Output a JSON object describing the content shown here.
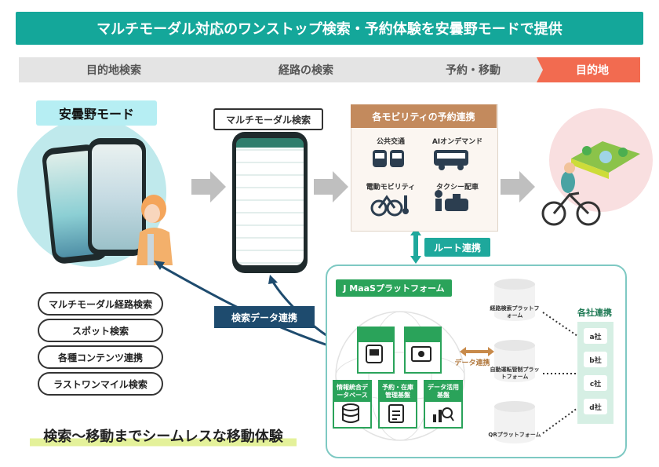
{
  "banner_title": "マルチモーダル対応のワンストップ検索・予約体験を安曇野モードで提供",
  "steps": [
    {
      "label": "目的地検索"
    },
    {
      "label": "経路の検索"
    },
    {
      "label": "予約・移動"
    },
    {
      "label": "目的地"
    }
  ],
  "azumino_mode_label": "安曇野モード",
  "multimodal_search_label": "マルチモーダル検索",
  "mobility_card": {
    "title": "各モビリティの予約連携",
    "items": [
      {
        "label": "公共交通"
      },
      {
        "label": "AIオンデマンド"
      },
      {
        "label": "電動モビリティ"
      },
      {
        "label": "タクシー配車"
      }
    ]
  },
  "features": [
    {
      "label": "マルチモーダル経路検索"
    },
    {
      "label": "スポット検索"
    },
    {
      "label": "各種コンテンツ連携"
    },
    {
      "label": "ラストワンマイル検索"
    }
  ],
  "search_data_link": "検索データ連携",
  "route_link": "ルート連携",
  "jmaas": {
    "title": "J MaaSプラットフォーム",
    "modules": [
      {
        "label": "情報統合データベース"
      },
      {
        "label": "予約・在庫管理基盤"
      },
      {
        "label": "データ活用基盤"
      }
    ],
    "data_link": "データ連携",
    "platforms": [
      {
        "label": "経路検索プラットフォーム"
      },
      {
        "label": "自動運転管制プラットフォーム"
      },
      {
        "label": "QRプラットフォーム"
      }
    ],
    "partners_title": "各社連携",
    "partners": [
      "a社",
      "b社",
      "c社",
      "d社"
    ]
  },
  "tagline": "検索〜移動までシームレスな移動体験",
  "colors": {
    "banner": "#14a79a",
    "destination_step": "#f26b50",
    "mobility_title": "#c38a5d",
    "jmaas_green": "#2aa35a",
    "search_link": "#1e4b6e",
    "route_link": "#1ea89c"
  }
}
